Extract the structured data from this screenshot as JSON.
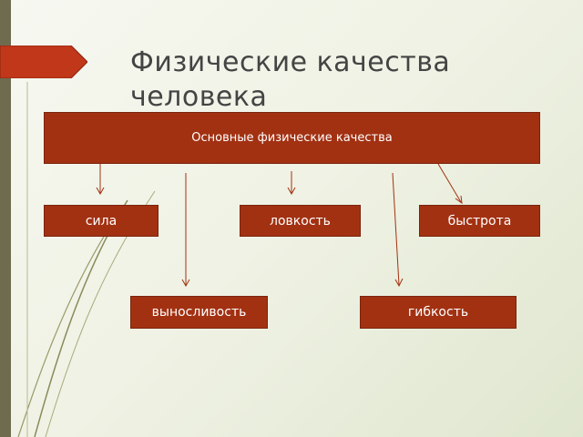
{
  "title": "Физические качества\nчеловека",
  "diagram": {
    "root": "Основные физические качества",
    "children": [
      "сила",
      "ловкость",
      "быстрота",
      "выносливость",
      "гибкость"
    ]
  },
  "colors": {
    "box_fill": "#a23112",
    "arrow": "#a23112",
    "title_text": "#444444",
    "accent_tab": "#c0371a"
  }
}
